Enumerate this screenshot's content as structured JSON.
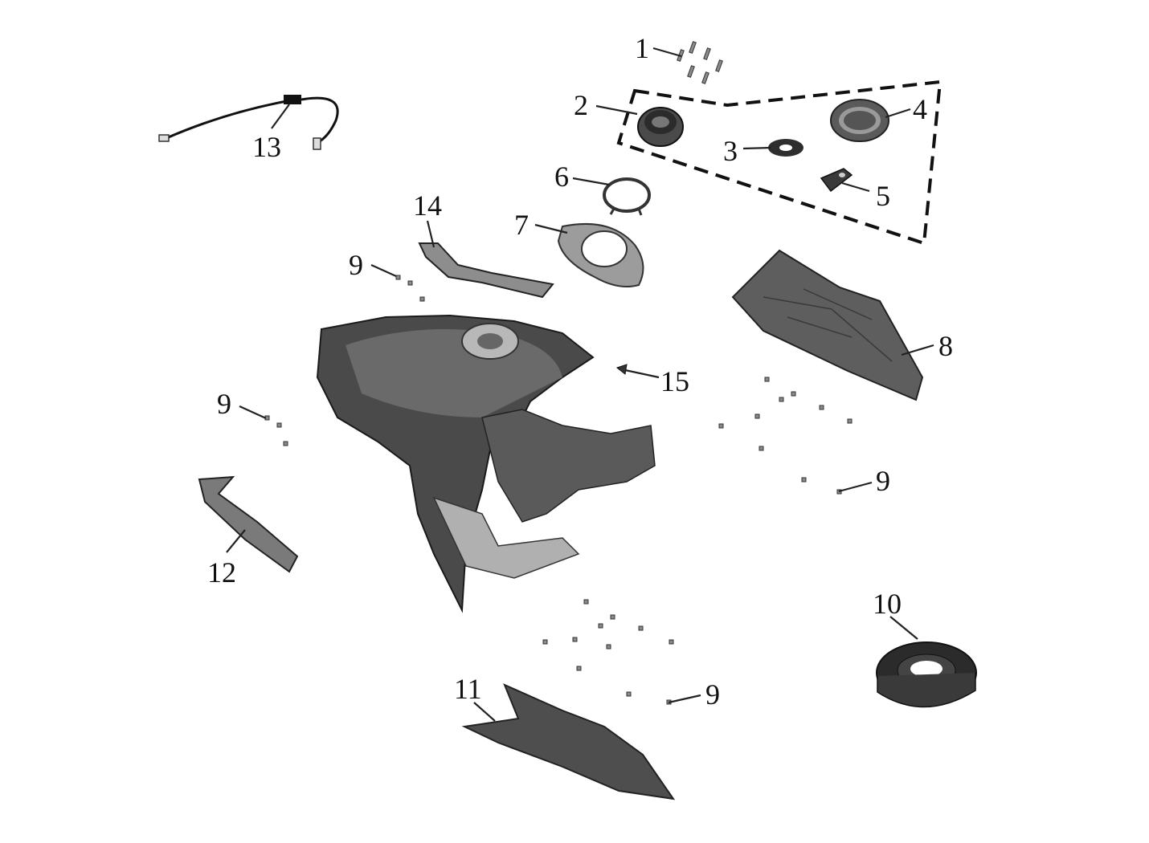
{
  "callouts": [
    {
      "id": "c1",
      "label": "1"
    },
    {
      "id": "c2",
      "label": "2"
    },
    {
      "id": "c3",
      "label": "3"
    },
    {
      "id": "c4",
      "label": "4"
    },
    {
      "id": "c5",
      "label": "5"
    },
    {
      "id": "c6",
      "label": "6"
    },
    {
      "id": "c7",
      "label": "7"
    },
    {
      "id": "c8",
      "label": "8"
    },
    {
      "id": "c9a",
      "label": "9"
    },
    {
      "id": "c9b",
      "label": "9"
    },
    {
      "id": "c9c",
      "label": "9"
    },
    {
      "id": "c9d",
      "label": "9"
    },
    {
      "id": "c10",
      "label": "10"
    },
    {
      "id": "c11",
      "label": "11"
    },
    {
      "id": "c12",
      "label": "12"
    },
    {
      "id": "c13",
      "label": "13"
    },
    {
      "id": "c14",
      "label": "14"
    },
    {
      "id": "c15",
      "label": "15"
    }
  ]
}
